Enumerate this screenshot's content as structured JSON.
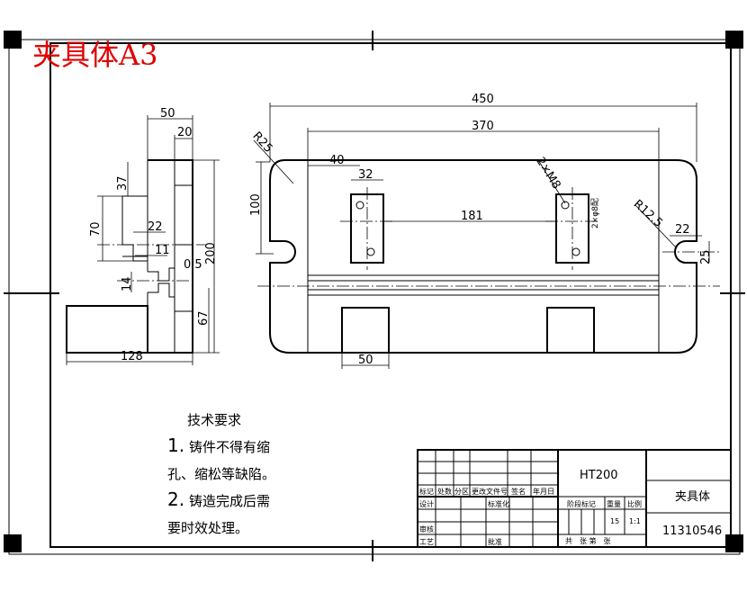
{
  "title": "夹具体A3",
  "dims": {
    "side_width": "50",
    "side_20": "20",
    "side_37": "37",
    "side_70": "70",
    "side_22": "22",
    "side_11": "11",
    "side_05": "0.5",
    "side_200": "200",
    "side_14": "14",
    "side_67": "67",
    "side_128": "128",
    "front_450": "450",
    "front_370": "370",
    "front_40": "40",
    "front_32": "32",
    "front_r25": "R25",
    "front_2m8": "2×M8",
    "front_181": "181",
    "front_r12": "R12.5",
    "front_22": "22",
    "front_25": "25",
    "front_100": "100",
    "front_50": "50",
    "front_small": "2×φ8配"
  },
  "requirements": {
    "heading": "技术要求",
    "item1_num": "1.",
    "item1_a": "铸件不得有缩",
    "item1_b": "孔、缩松等缺陷。",
    "item2_num": "2.",
    "item2_a": "铸造完成后需",
    "item2_b": "要时效处理。"
  },
  "title_block": {
    "material": "HT200",
    "part_name": "夹具体",
    "drawing_no": "11310546",
    "col_mark": "标记",
    "col_count": "处数",
    "col_zone": "分区",
    "col_docno": "更改文件号",
    "col_sign": "签名",
    "col_date": "年月日",
    "row_design": "设计",
    "row_std": "标准化",
    "row_check": "审核",
    "row_process": "工艺",
    "row_approve": "批准",
    "stage_mark": "阶段标记",
    "weight": "重量",
    "scale": "比例",
    "weight_val": "15",
    "scale_val": "1:1",
    "sheets": "共　张 第　张"
  }
}
